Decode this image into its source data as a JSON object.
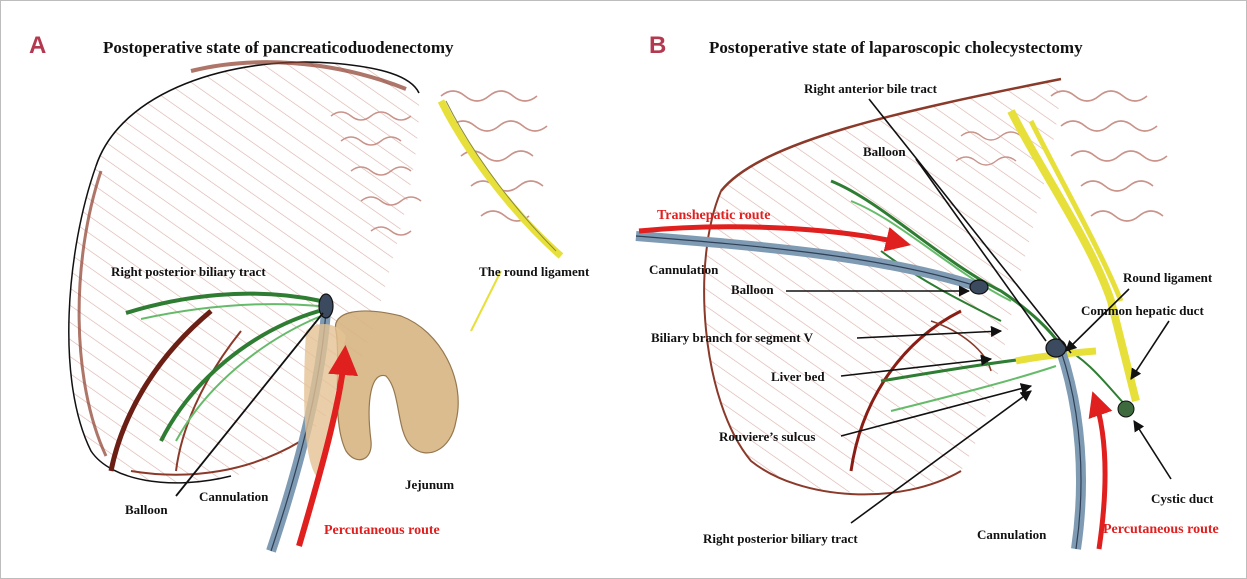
{
  "colors": {
    "panel_letter": "#b2394f",
    "route": "#e01f1f",
    "bile_duct": "#2e7d32",
    "ligament": "#e7e03a",
    "liver_outline": "#8b3a2a",
    "hatch": "#c9938a",
    "jejunum": "#c9a46e",
    "cannula": "#7f9bb3"
  },
  "panels": [
    {
      "letter": "A",
      "title": "Postoperative state of pancreaticoduodenectomy",
      "labels": {
        "right_posterior_biliary_tract": "Right posterior biliary tract",
        "round_ligament": "The round ligament",
        "balloon": "Balloon",
        "cannulation": "Cannulation",
        "jejunum": "Jejunum",
        "percutaneous_route": "Percutaneous route"
      }
    },
    {
      "letter": "B",
      "title": "Postoperative state of laparoscopic cholecystectomy",
      "labels": {
        "right_anterior_bile_tract": "Right anterior bile tract",
        "balloon_top": "Balloon",
        "transhepatic_route": "Transhepatic route",
        "cannulation_top": "Cannulation",
        "balloon": "Balloon",
        "biliary_branch_segment_v": "Biliary branch for segment V",
        "liver_bed": "Liver bed",
        "rouvieres_sulcus": "Rouviere’s sulcus",
        "right_posterior_biliary_tract": "Right posterior biliary tract",
        "cannulation_bottom": "Cannulation",
        "round_ligament": "Round ligament",
        "common_hepatic_duct": "Common hepatic duct",
        "cystic_duct": "Cystic duct",
        "percutaneous_route": "Percutaneous route"
      }
    }
  ]
}
